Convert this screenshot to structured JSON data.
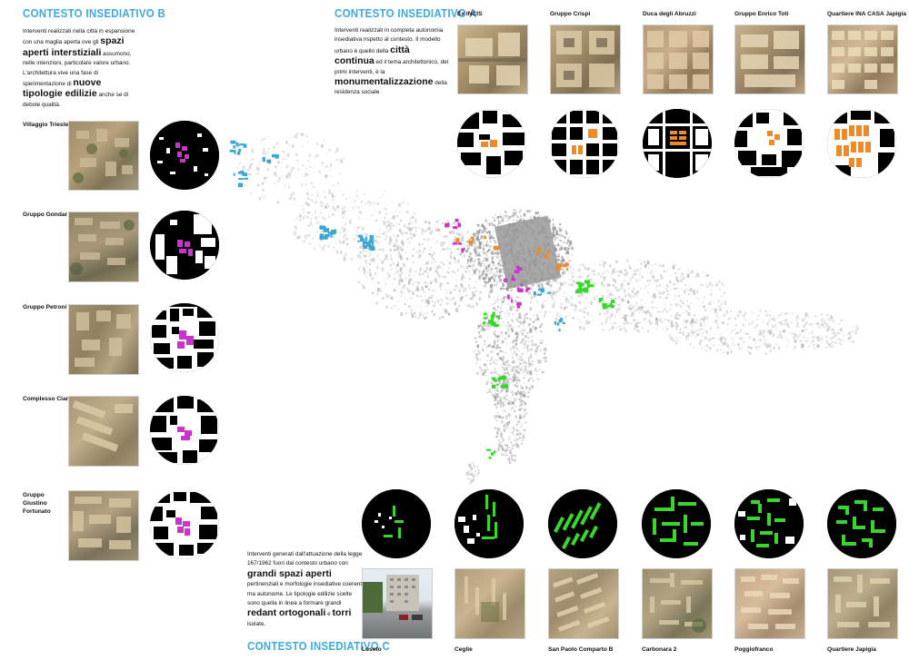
{
  "context_b": {
    "title": "CONTESTO INSEDIATIVO B",
    "text_parts": [
      "Interventi realizzati nella città in espansione con una maglia aperta ove gli ",
      "spazi aperti interstiziali",
      " assumono, nelle intenzioni, particolare valore urbano. L'architettura vive una fase di sperimentazione di ",
      "nuove tipologie edilizie",
      " anche se di debole qualità."
    ],
    "items": [
      {
        "label": "Villaggio Trieste"
      },
      {
        "label": "Gruppo Gondar"
      },
      {
        "label": "Gruppo Petroni"
      },
      {
        "label": "Complesso Ciano"
      },
      {
        "label": "Gruppo Giustino Fortunato"
      }
    ],
    "highlight_color": "#cc33cc"
  },
  "context_a": {
    "title": "CONTESTO INSEDIATIVO A",
    "text_parts": [
      "Interventi realizzati in completa autonomia insediativa rispetto al contesto. Il modello urbano è quello della ",
      "città continua",
      " ed il tema architettonico, dei primi interventi, è la ",
      "monumentalizzazione",
      " della residenza sociale"
    ],
    "items": [
      {
        "label": "Ex INCIS"
      },
      {
        "label": "Gruppo Crispi"
      },
      {
        "label": "Duca degli Abruzzi"
      },
      {
        "label": "Gruppo Enrico Toti"
      },
      {
        "label": "Quartiere INA CASA Japigia"
      }
    ],
    "highlight_color": "#ef8a2a"
  },
  "context_c": {
    "title": "CONTESTO INSEDIATIVO C",
    "text_parts": [
      "Interventi generati dall'attuazione della legge 167/1962 fuori dal contesto urbano con ",
      "grandi spazi aperti",
      " pertinenziali e morfologie insediative coerenti ma autonome. Le tipologie edilizie scelte sono quella in linea a formare grandi ",
      "redant ortogonali",
      " e ",
      "torri",
      " isolate."
    ],
    "items": [
      {
        "label": "Loseto"
      },
      {
        "label": "Ceglie"
      },
      {
        "label": "San Paolo Comparto B"
      },
      {
        "label": "Carbonara 2"
      },
      {
        "label": "Poggiofranco"
      },
      {
        "label": "Quartiere Japigia"
      }
    ],
    "highlight_color": "#39d62b"
  },
  "map": {
    "base_color": "#8a8a8a",
    "accent_blue": "#3aa7d8"
  }
}
